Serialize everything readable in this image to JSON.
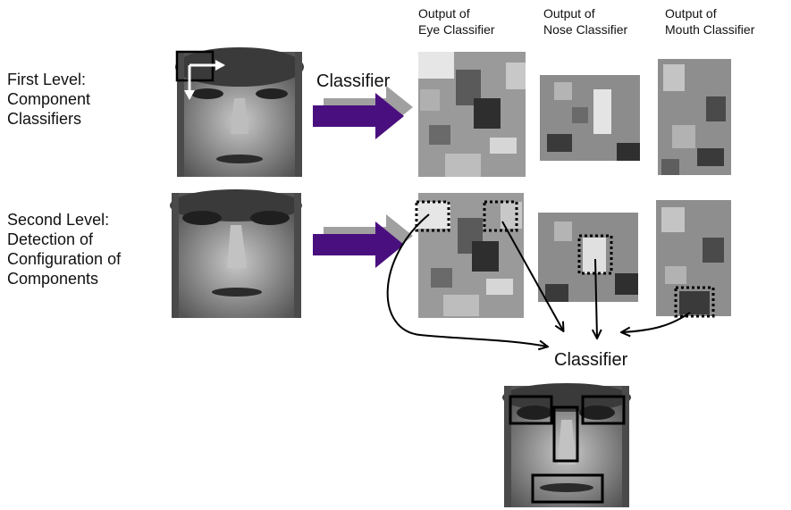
{
  "column_headers": [
    {
      "line1": "Output of",
      "line2": "Eye Classifier"
    },
    {
      "line1": "Output of",
      "line2": "Nose Classifier"
    },
    {
      "line1": "Output of",
      "line2": "Mouth Classifier"
    }
  ],
  "rows": [
    {
      "label_lines": [
        "First Level:",
        "Component",
        "Classifiers"
      ]
    },
    {
      "label_lines": [
        "Second Level:",
        "Detection of",
        "Configuration of",
        "Components"
      ]
    }
  ],
  "arrow_label": "Classifier",
  "combiner_label": "Classifier",
  "colors": {
    "arrow_fill": "#4a0f7f",
    "arrow_shadow": "#a0a0a0"
  }
}
